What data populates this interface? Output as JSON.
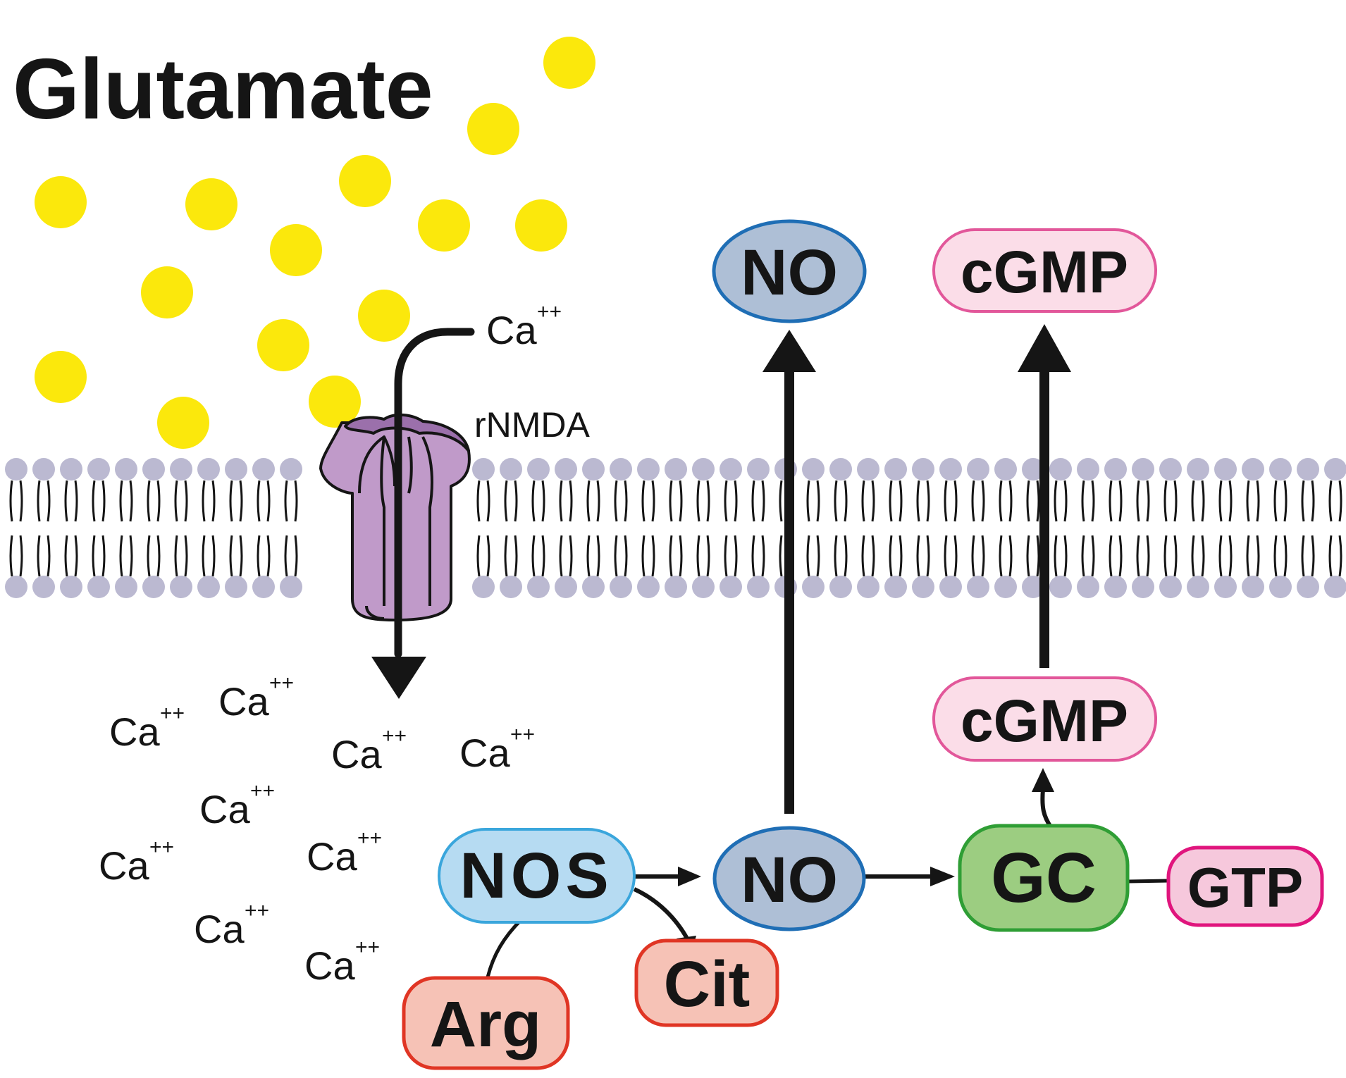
{
  "title": "Glutamate",
  "receptor_label": "rNMDA",
  "calcium": {
    "symbol": "Ca",
    "charge": "++"
  },
  "nodes": {
    "nos": {
      "label": "NOS",
      "fill": "#b6dbf2",
      "stroke": "#3aa6dc"
    },
    "no_inside": {
      "label": "NO",
      "fill": "#aebfd6",
      "stroke": "#1f6eb5"
    },
    "no_outside": {
      "label": "NO",
      "fill": "#aebfd6",
      "stroke": "#1f6eb5"
    },
    "gc": {
      "label": "GC",
      "fill": "#9ccd81",
      "stroke": "#2f9e35"
    },
    "gtp": {
      "label": "GTP",
      "fill": "#f6c8dc",
      "stroke": "#e0157d"
    },
    "cgmp_inside": {
      "label": "cGMP",
      "fill": "#fbdde8",
      "stroke": "#e2579a"
    },
    "cgmp_outside": {
      "label": "cGMP",
      "fill": "#fbdde8",
      "stroke": "#e2579a"
    },
    "arg": {
      "label": "Arg",
      "fill": "#f6c2b6",
      "stroke": "#e03524"
    },
    "cit": {
      "label": "Cit",
      "fill": "#f6c2b6",
      "stroke": "#e03524"
    }
  },
  "colors": {
    "glutamate": "#fbe80c",
    "membrane_head": "#bbb9d1",
    "receptor_fill": "#c09ac9",
    "receptor_dark": "#9b70ab",
    "ink": "#151515"
  },
  "icons": {
    "membrane": "lipid-bilayer",
    "receptor": "nmda-receptor-channel"
  }
}
